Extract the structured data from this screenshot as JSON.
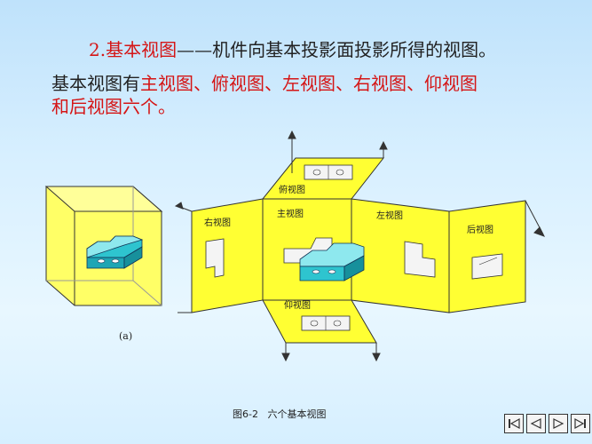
{
  "heading": {
    "number": "2.",
    "title": "基本视图",
    "dash": "——",
    "definition": "机件向基本投影面投影所得的视图。"
  },
  "body": {
    "intro": "基本视图有",
    "views_list": "主视图、俯视图、左视图、右视图、仰视图",
    "line3_red": "和后视图",
    "line3_tail": "六个。"
  },
  "diagram": {
    "label_a": "(a)",
    "panels": {
      "front": "主视图",
      "top": "俯视图",
      "bottom": "仰视图",
      "left": "左视图",
      "right": "右视图",
      "back": "后视图"
    }
  },
  "caption": {
    "fig_no": "图6-2",
    "text": "六个基本视图"
  },
  "colors": {
    "panel_yellow": "#ffff33",
    "part_cyan": "#2ec4cf",
    "text_red": "#d51515",
    "background": "#cfeaff"
  },
  "nav_icons": [
    "first-page-icon",
    "prev-page-icon",
    "next-page-icon",
    "last-page-icon"
  ]
}
